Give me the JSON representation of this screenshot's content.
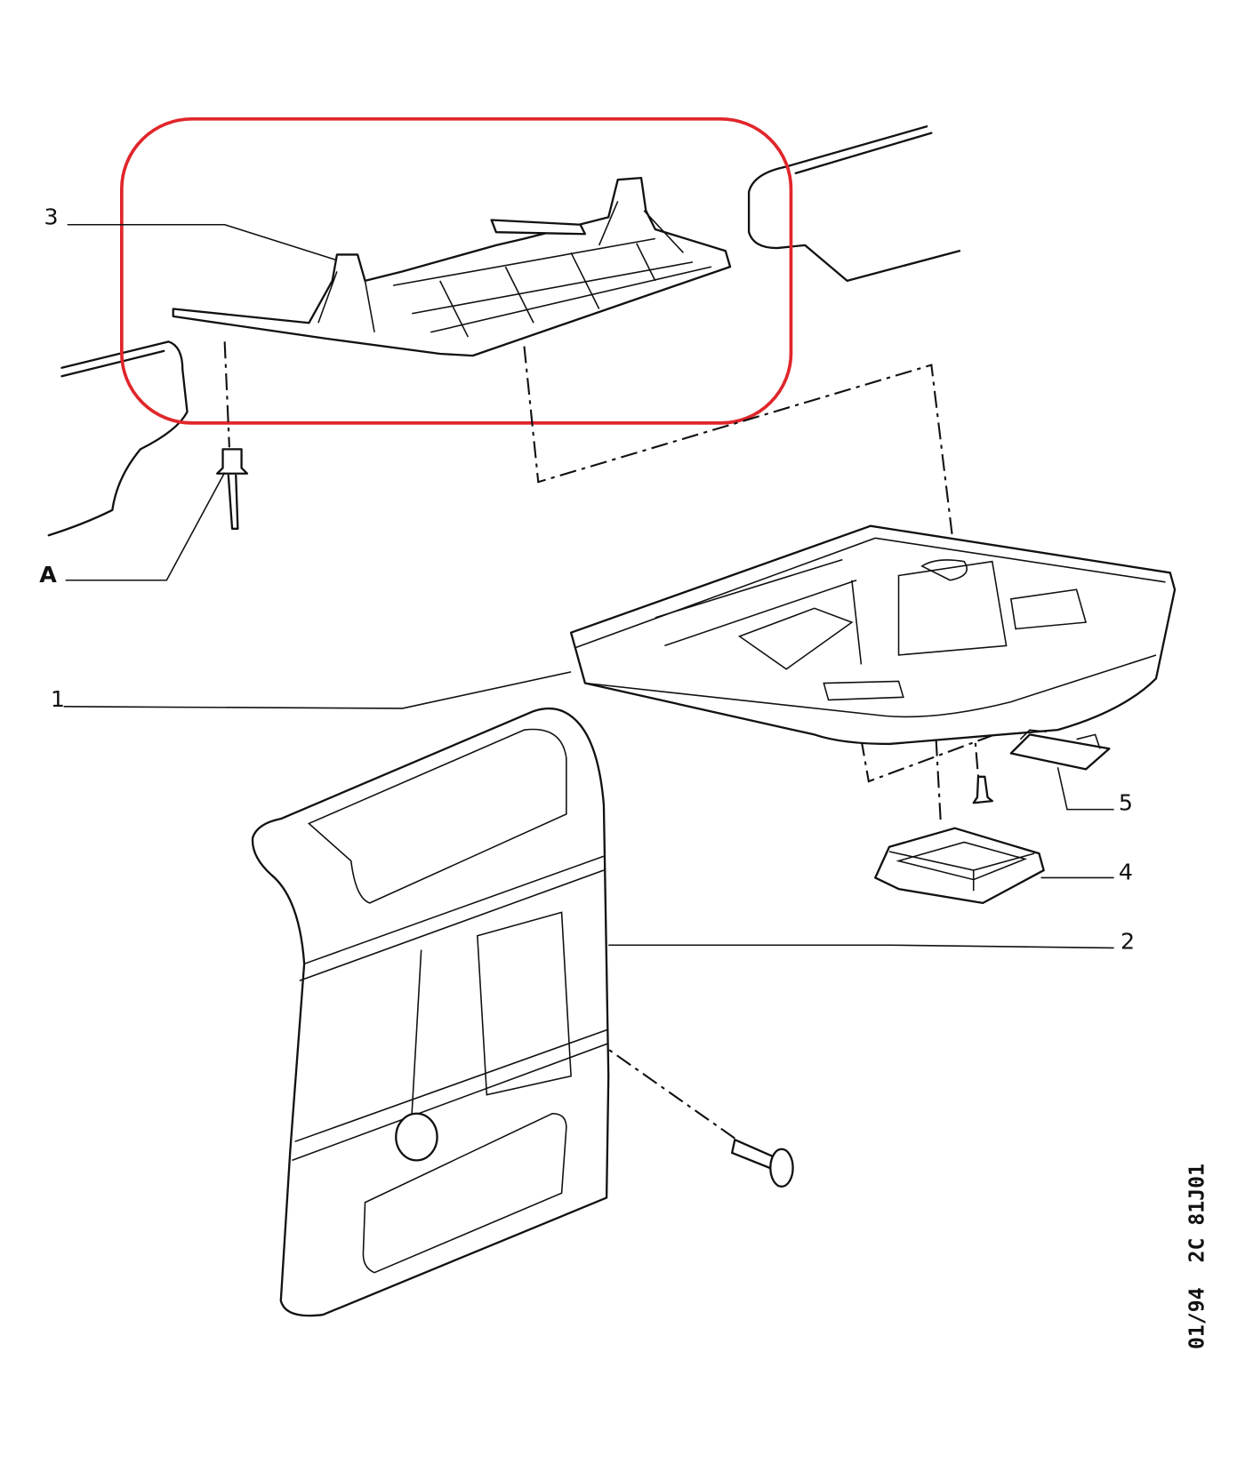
{
  "diagram": {
    "callouts": [
      {
        "id": "3",
        "label": "3"
      },
      {
        "id": "A",
        "label": "A"
      },
      {
        "id": "1",
        "label": "1"
      },
      {
        "id": "5",
        "label": "5"
      },
      {
        "id": "4",
        "label": "4"
      },
      {
        "id": "2",
        "label": "2"
      }
    ],
    "reference_code": "01/94  2C 81J01",
    "highlight_color": "#e0262b"
  }
}
